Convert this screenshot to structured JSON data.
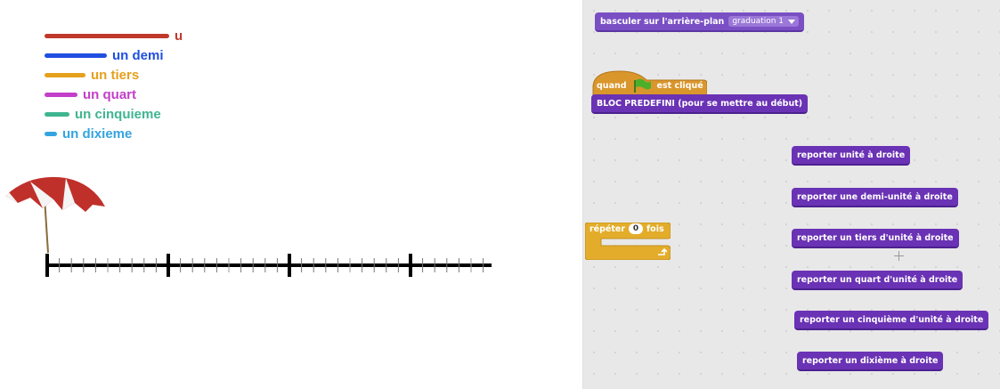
{
  "stage": {
    "legend": [
      {
        "label": "u",
        "color": "#c0392b"
      },
      {
        "label": "un demi",
        "color": "#1f4fe0"
      },
      {
        "label": "un tiers",
        "color": "#e5a01c"
      },
      {
        "label": "un quart",
        "color": "#c33ec9"
      },
      {
        "label": "un cinquieme",
        "color": "#3fb58f"
      },
      {
        "label": "un dixieme",
        "color": "#34a4e0"
      }
    ]
  },
  "scripts": {
    "backdrop_block": {
      "label": "basculer sur l'arrière-plan",
      "dropdown": "graduation 1"
    },
    "hat_block": {
      "label_before": "quand",
      "icon": "green-flag-icon",
      "label_after": "est cliqué"
    },
    "predefined_block": {
      "label": "BLOC PREDEFINI (pour se mettre au début)"
    },
    "repeat_block": {
      "label_before": "répéter",
      "value": "0",
      "label_after": "fois",
      "icon": "loop-arrow-icon"
    },
    "custom_blocks": [
      {
        "label": "reporter unité à droite"
      },
      {
        "label": "reporter une demi-unité à droite"
      },
      {
        "label": "reporter un tiers d'unité à droite"
      },
      {
        "label": "reporter un quart d'unité à droite"
      },
      {
        "label": "reporter un cinquième d'unité à droite"
      },
      {
        "label": "reporter un dixième à droite"
      }
    ]
  }
}
